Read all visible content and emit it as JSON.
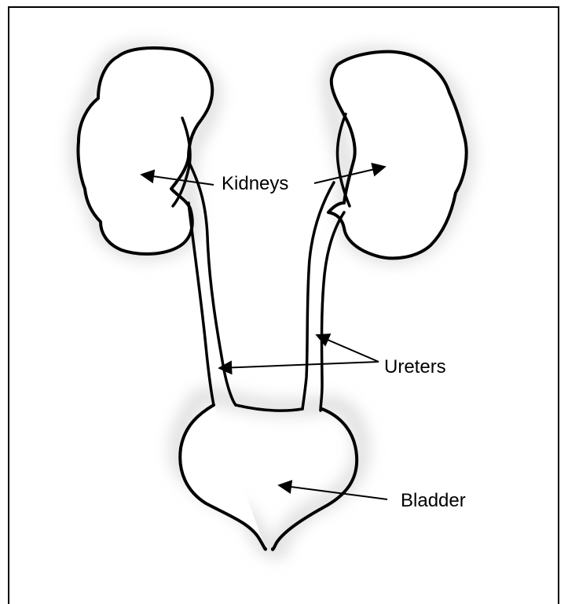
{
  "labels": {
    "kidneys": "Kidneys",
    "ureters": "Ureters",
    "bladder": "Bladder"
  },
  "colors": {
    "line": "#000000",
    "background": "#ffffff",
    "shadow": "#c8c8c8"
  }
}
